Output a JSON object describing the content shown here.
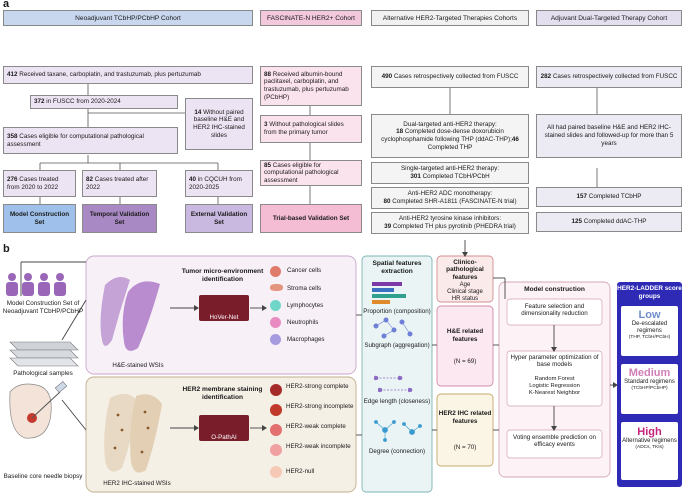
{
  "panel_a": {
    "letter": "a",
    "cohorts": {
      "neoadjuvant": {
        "header": "Neoadjuvant TCbHP/PCbHP Cohort",
        "received": {
          "n": "412",
          "text": " Received taxane, carboplatin, and trastuzumab, plus pertuzumab"
        },
        "fuscc": {
          "n": "372",
          "text": " in FUSCC from 2020-2024"
        },
        "without": {
          "n": "14",
          "text": " Without paired baseline H&E and HER2 IHC-stained slides"
        },
        "eligible": {
          "n": "358",
          "text": " Cases eligible for computational pathological assessment"
        },
        "treated2022": {
          "n": "276",
          "text": " Cases treated from 2020 to 2022"
        },
        "after2022": {
          "n": "82",
          "text": " Cases treated after 2022"
        },
        "cqcuh": {
          "n": "40",
          "text": " in CQCUH from 2020-2025"
        },
        "set_model": "Model Construction Set",
        "set_temporal": "Temporal Validation Set",
        "set_external": "External Validation Set"
      },
      "fascinate": {
        "header": "FASCINATE-N HER2+ Cohort",
        "received": {
          "n": "88",
          "text": " Received albumin-bound paclitaxel, carboplatin, and trastuzumab, plus pertuzumab (PCbHP)"
        },
        "without": {
          "n": "3",
          "text": " Without pathological slides from the primary tumor"
        },
        "eligible": {
          "n": "85",
          "text": " Cases eligible for computational pathological assessment"
        },
        "set": "Trial-based Validation Set"
      },
      "alternative": {
        "header": "Alternative HER2-Targeted Therapies Cohorts",
        "collected": {
          "n": "490",
          "text": " Cases retrospectively collected from FUSCC"
        },
        "dual_title": "Dual-targeted anti-HER2 therapy:",
        "dual_a": {
          "n": "18",
          "text": " Completed dose-dense doxorubicin cyclophosphamide following THP (ddAC-THP);"
        },
        "dual_b": {
          "n": "46",
          "text": " Completed THP"
        },
        "single_title": "Single-targeted anti-HER2 therapy:",
        "single": {
          "n": "301",
          "text": " Completed TCbH/PCbH"
        },
        "adc_title": "Anti-HER2 ADC monotherapy:",
        "adc": {
          "n": "80",
          "text": " Completed SHR-A1811 (FASCINATE-N trial)"
        },
        "tki_title": "Anti-HER2 tyrosine kinase inhibitors:",
        "tki": {
          "n": "39",
          "text": " Completed TH plus pyrotinib (PHEDRA trial)"
        }
      },
      "adjuvant": {
        "header": "Adjuvant Dual-Targeted Therapy Cohort",
        "collected": {
          "n": "282",
          "text": " Cases retrospectively collected from FUSCC"
        },
        "paired": "All had paired baseline H&E and HER2 IHC-stained slides and followed-up for more than 5 years",
        "tcbhp": {
          "n": "157",
          "text": " Completed TCbHP"
        },
        "ddac": {
          "n": "125",
          "text": " Completed ddAC-THP"
        }
      }
    }
  },
  "panel_b": {
    "letter": "b",
    "left": {
      "set_label": "Model Construction Set of Neoadjuvant TCbHP/PCbHP",
      "samples_label": "Pathological samples",
      "biopsy_label": "Baseline core needle biopsy"
    },
    "he": {
      "wsi_label": "H&E-stained WSIs",
      "title": "Tumor micro-environment identification",
      "model": "HoVer-Net",
      "cells": [
        "Cancer cells",
        "Stroma cells",
        "Lymphocytes",
        "Neutrophils",
        "Macrophages"
      ]
    },
    "ihc": {
      "wsi_label": "HER2 IHC-stained WSIs",
      "title": "HER2 membrane staining identification",
      "model": "O-PathAI",
      "cells": [
        "HER2-strong complete",
        "HER2-strong incomplete",
        "HER2-weak complete",
        "HER2-weak incomplete",
        "HER2-null"
      ]
    },
    "spatial": {
      "title": "Spatial features extraction",
      "items": [
        "Proportion (composition)",
        "Subgraph (aggregation)",
        "Edge length (closeness)",
        "Degree (connection)"
      ]
    },
    "features": {
      "clinico_title": "Clinico-pathological features",
      "clinico_items": [
        "Age",
        "Clinical stage",
        "HR status"
      ],
      "he_title": "H&E related features",
      "he_n": "(N = 69)",
      "ihc_title": "HER2 IHC related features",
      "ihc_n": "(N = 70)"
    },
    "model": {
      "title": "Model construction",
      "step1": "Feature selection and dimensionality reduction",
      "step2": "Hyper parameter optimization of base models",
      "base_models": [
        "Random Forest",
        "Logistic Regression",
        "K-Nearest Neighbor"
      ],
      "step3": "Voting ensemble prediction on efficacy events"
    },
    "ladder": {
      "title": "HER2-LADDER score groups",
      "groups": [
        {
          "name": "Low",
          "desc": "De-escalated regimens",
          "sub": "(THP, TCbH/PCbH)",
          "color": "#6f8fca"
        },
        {
          "name": "Medium",
          "desc": "Standard regimens",
          "sub": "(TCbHP/PCbHP)",
          "color": "#d07fb8"
        },
        {
          "name": "High",
          "desc": "Alternative regimens",
          "sub": "(ADCs, TKIs)",
          "color": "#c4247d"
        }
      ]
    }
  }
}
